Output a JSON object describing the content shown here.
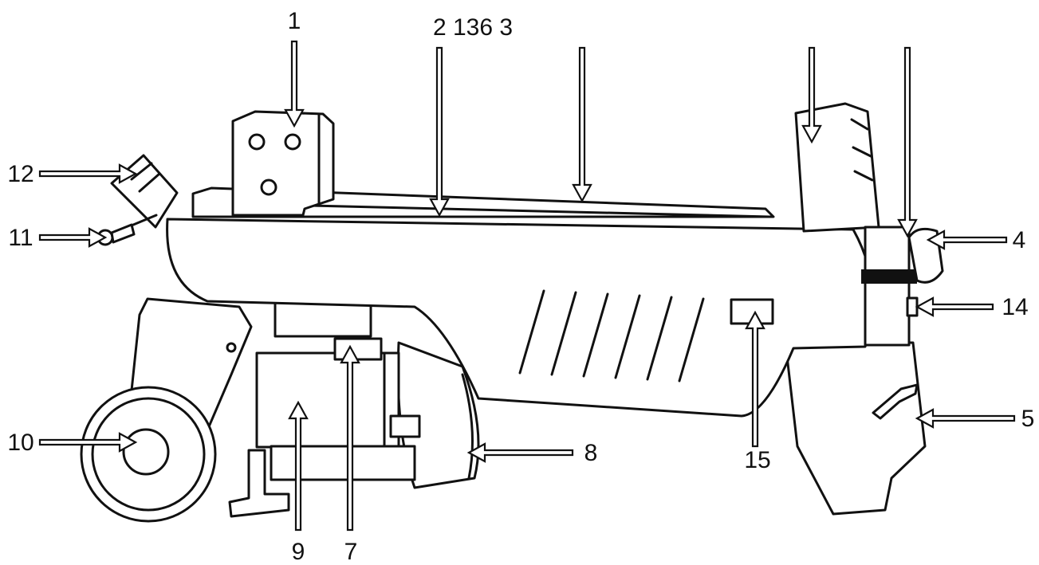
{
  "labels": {
    "l1": "1",
    "l2": "2 136 3",
    "l4": "4",
    "l5": "5",
    "l7": "7",
    "l8": "8",
    "l9": "9",
    "l10": "10",
    "l11": "11",
    "l12": "12",
    "l14": "14",
    "l15": "15"
  }
}
